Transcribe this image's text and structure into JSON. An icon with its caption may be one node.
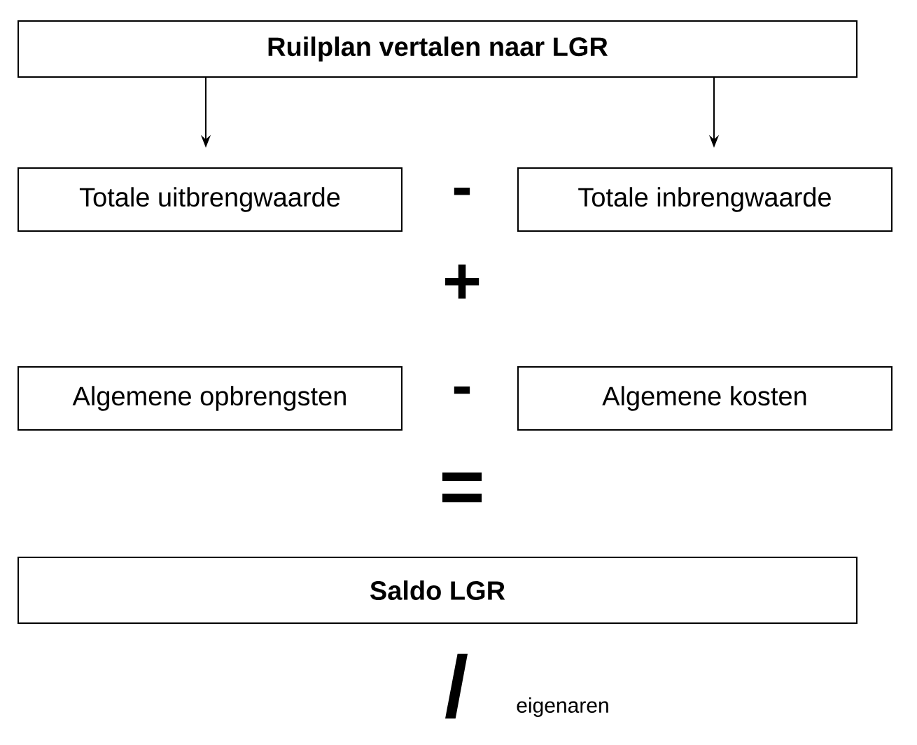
{
  "diagram": {
    "nodes": [
      {
        "text": [
          "Ruilplan vertalen naar LGR"
        ]
      },
      {
        "text": [
          "Totale uitbrengwaarde"
        ]
      },
      {
        "text": [
          "Totale inbrengwaarde"
        ]
      },
      {
        "text": [
          "Algemene opbrengsten"
        ]
      },
      {
        "text": [
          "Algemene kosten"
        ]
      },
      {
        "text": [
          "Saldo LGR"
        ]
      }
    ],
    "edges": [
      {
        "from": 0,
        "to": 1,
        "arrow": "to"
      },
      {
        "from": 0,
        "to": 2,
        "arrow": "to"
      }
    ],
    "labels": [
      "-",
      "+",
      "-",
      "=",
      "/",
      "eigenaren"
    ]
  }
}
